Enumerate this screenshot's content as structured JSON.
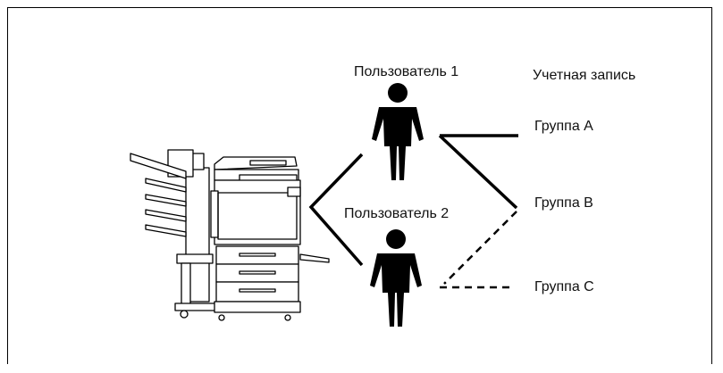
{
  "users": {
    "user1_label": "Пользователь 1",
    "user2_label": "Пользователь 2"
  },
  "account": {
    "header_label": "Учетная запись",
    "group_a": "Группа A",
    "group_b": "Группа B",
    "group_c": "Группа C"
  },
  "icons": {
    "device": "multifunction-printer-icon",
    "user": "person-icon"
  },
  "colors": {
    "line": "#000000"
  }
}
